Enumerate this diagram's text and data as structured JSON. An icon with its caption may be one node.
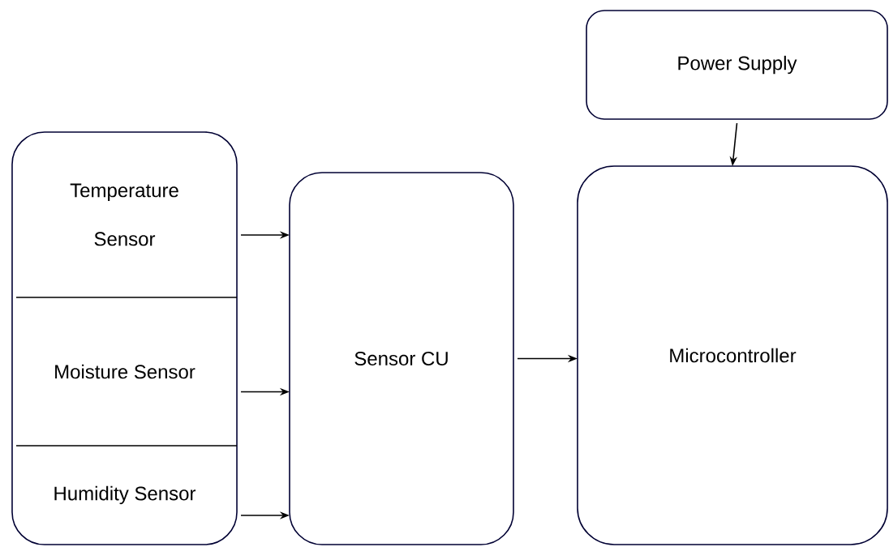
{
  "diagram": {
    "nodes": [
      {
        "text": [],
        "shape": "box"
      },
      {
        "text": [
          "Temperature Sensor"
        ],
        "in": 0
      },
      {
        "text": [
          "Moisture Sensor"
        ],
        "in": 0
      },
      {
        "text": [
          "Humidity Sensor"
        ],
        "in": 0
      },
      {
        "text": [
          "Sensor CU"
        ]
      },
      {
        "text": [
          "Power Supply"
        ]
      },
      {
        "text": [
          "Microcontroller"
        ]
      }
    ],
    "edges": [
      {
        "from": 1,
        "to": 4,
        "arrow": "to"
      },
      {
        "from": 2,
        "to": 4,
        "arrow": "to"
      },
      {
        "from": 3,
        "to": 4,
        "arrow": "to"
      },
      {
        "from": 4,
        "to": 6,
        "arrow": "to"
      },
      {
        "from": 5,
        "to": 6,
        "arrow": "to"
      }
    ]
  }
}
